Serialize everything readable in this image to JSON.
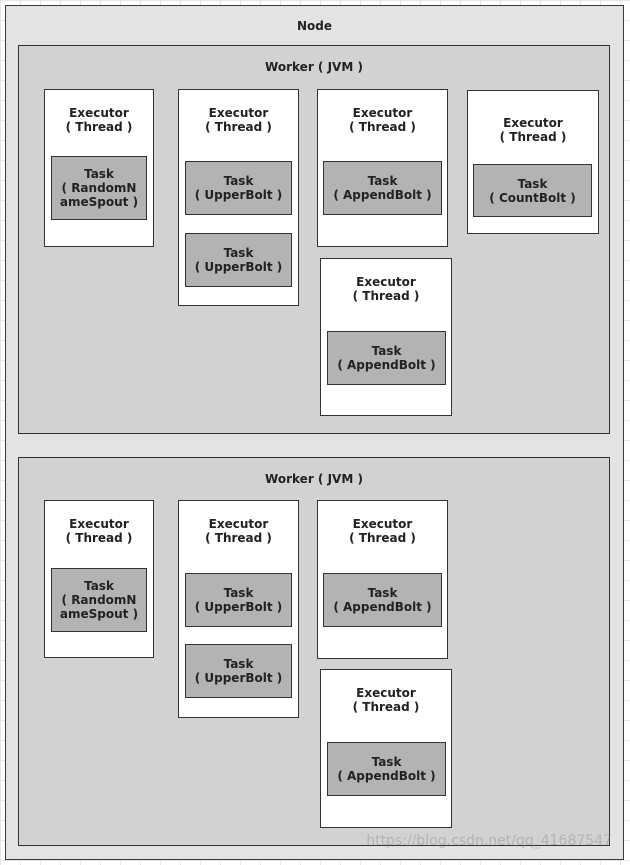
{
  "node": {
    "label": "Node"
  },
  "workers": [
    {
      "label": "Worker ( JVM )",
      "executors": [
        {
          "line1": "Executor",
          "line2": "( Thread )",
          "tasks": [
            {
              "line1": "Task",
              "line2": "( RandomN",
              "line3": "ameSpout )"
            }
          ]
        },
        {
          "line1": "Executor",
          "line2": "( Thread )",
          "tasks": [
            {
              "line1": "Task",
              "line2": "( UpperBolt )"
            },
            {
              "line1": "Task",
              "line2": "( UpperBolt )"
            }
          ]
        },
        {
          "line1": "Executor",
          "line2": "( Thread )",
          "tasks": [
            {
              "line1": "Task",
              "line2": "( AppendBolt )"
            }
          ]
        },
        {
          "line1": "Executor",
          "line2": "( Thread )",
          "tasks": [
            {
              "line1": "Task",
              "line2": "( CountBolt )"
            }
          ]
        },
        {
          "line1": "Executor",
          "line2": "( Thread )",
          "tasks": [
            {
              "line1": "Task",
              "line2": "( AppendBolt )"
            }
          ]
        }
      ]
    },
    {
      "label": "Worker ( JVM )",
      "executors": [
        {
          "line1": "Executor",
          "line2": "( Thread )",
          "tasks": [
            {
              "line1": "Task",
              "line2": "( RandomN",
              "line3": "ameSpout )"
            }
          ]
        },
        {
          "line1": "Executor",
          "line2": "( Thread )",
          "tasks": [
            {
              "line1": "Task",
              "line2": "( UpperBolt )"
            },
            {
              "line1": "Task",
              "line2": "( UpperBolt )"
            }
          ]
        },
        {
          "line1": "Executor",
          "line2": "( Thread )",
          "tasks": [
            {
              "line1": "Task",
              "line2": "( AppendBolt )"
            }
          ]
        },
        {
          "line1": "Executor",
          "line2": "( Thread )",
          "tasks": [
            {
              "line1": "Task",
              "line2": "( AppendBolt )"
            }
          ]
        }
      ]
    }
  ],
  "watermark": "https://blog.csdn.net/qq_41687547"
}
